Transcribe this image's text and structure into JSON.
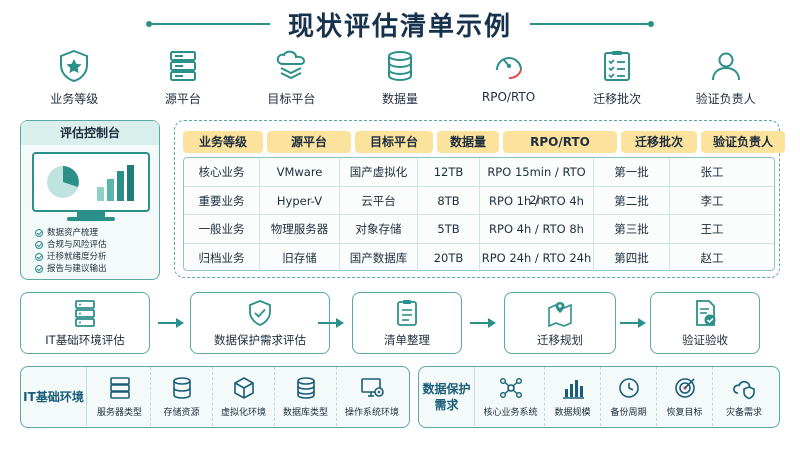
{
  "title": "现状评估清单示例",
  "top_icons": [
    {
      "label": "业务等级",
      "icon": "shield-star-icon"
    },
    {
      "label": "源平台",
      "icon": "server-icon"
    },
    {
      "label": "目标平台",
      "icon": "cloud-stack-icon"
    },
    {
      "label": "数据量",
      "icon": "database-icon"
    },
    {
      "label": "RPO/RTO",
      "icon": "clock-gauge-icon"
    },
    {
      "label": "迁移批次",
      "icon": "checklist-icon"
    },
    {
      "label": "验证负责人",
      "icon": "person-icon"
    }
  ],
  "control_panel": {
    "title": "评估控制台",
    "items": [
      "数据资产梳理",
      "合规与风险评估",
      "迁移就绪度分析",
      "报告与建议输出"
    ]
  },
  "table": {
    "headers": [
      "业务等级",
      "源平台",
      "目标平台",
      "数据量",
      "RPO/RTO",
      "迁移批次",
      "验证负责人"
    ],
    "rows": [
      [
        "核心业务",
        "VMware",
        "国产虚拟化",
        "12TB",
        "RPO 15min / RTO 2h",
        "第一批",
        "张工"
      ],
      [
        "重要业务",
        "Hyper-V",
        "云平台",
        "8TB",
        "RPO 1h / RTO 4h",
        "第二批",
        "李工"
      ],
      [
        "一般业务",
        "物理服务器",
        "对象存储",
        "5TB",
        "RPO 4h / RTO 8h",
        "第三批",
        "王工"
      ],
      [
        "归档业务",
        "旧存储",
        "国产数据库",
        "20TB",
        "RPO 24h / RTO 24h",
        "第四批",
        "赵工"
      ]
    ]
  },
  "flow_steps": [
    {
      "label": "IT基础环境评估",
      "icon": "server-icon"
    },
    {
      "label": "数据保护需求评估",
      "icon": "shield-check-icon"
    },
    {
      "label": "清单整理",
      "icon": "clipboard-list-icon"
    },
    {
      "label": "迁移规划",
      "icon": "map-pin-icon"
    },
    {
      "label": "验证验收",
      "icon": "document-check-icon"
    }
  ],
  "it_panel": {
    "title": "IT基础环境",
    "items": [
      {
        "label": "服务器类型",
        "icon": "server-icon"
      },
      {
        "label": "存储资源",
        "icon": "database-icon"
      },
      {
        "label": "虚拟化环境",
        "icon": "cube-icon"
      },
      {
        "label": "数据库类型",
        "icon": "database-icon"
      },
      {
        "label": "操作系统环境",
        "icon": "monitor-gear-icon"
      }
    ]
  },
  "protection_panel": {
    "title_line1": "数据保护",
    "title_line2": "需求",
    "items": [
      {
        "label": "核心业务系统",
        "icon": "network-icon"
      },
      {
        "label": "数据规模",
        "icon": "bar-chart-icon"
      },
      {
        "label": "备份周期",
        "icon": "clock-icon"
      },
      {
        "label": "恢复目标",
        "icon": "target-icon"
      },
      {
        "label": "灾备需求",
        "icon": "cloud-shield-icon"
      }
    ]
  },
  "colors": {
    "accent": "#2b8f8a",
    "header_bg": "#fbe39e",
    "title": "#17324d"
  }
}
